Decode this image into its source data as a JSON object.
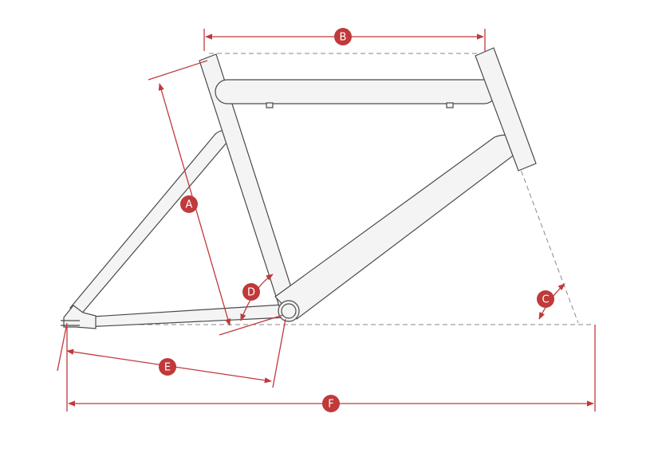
{
  "accent_color": "#c0393b",
  "labels": {
    "A": "A",
    "B": "B",
    "C": "C",
    "D": "D",
    "E": "E",
    "F": "F"
  }
}
